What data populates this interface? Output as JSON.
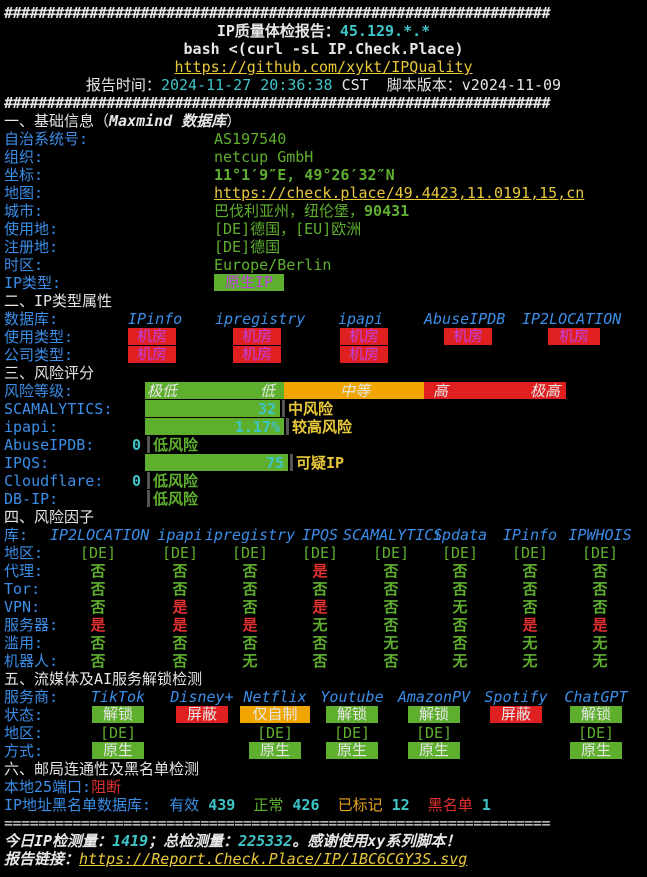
{
  "header": {
    "hashes": "################################################################",
    "title_prefix": "IP质量体检报告：",
    "title_ip": "45.129.*.*",
    "command": "bash <(curl -sL IP.Check.Place)",
    "github": "https://github.com/xykt/IPQuality",
    "time_label": "报告时间：",
    "time_value": "2024-11-27 20:36:38",
    "time_zone": "CST",
    "version_label": "脚本版本：",
    "version_value": "v2024-11-09"
  },
  "basic": {
    "section": "一、基础信息（",
    "section_db": "Maxmind 数据库",
    "section_end": "）",
    "rows": [
      {
        "label": "自治系统号:",
        "value": "AS197540"
      },
      {
        "label": "组织:",
        "value": "netcup GmbH"
      },
      {
        "label": "坐标:",
        "value": "11°1′9″E, 49°26′32″N"
      },
      {
        "label": "地图:",
        "value": "https://check.place/49.4423,11.0191,15,cn"
      },
      {
        "label": "城市:",
        "value": "巴伐利亚州，纽伦堡，",
        "value2": "90431"
      },
      {
        "label": "使用地:",
        "value": "[DE]德国，[EU]欧洲"
      },
      {
        "label": "注册地:",
        "value": "[DE]德国"
      },
      {
        "label": "时区:",
        "value": "Europe/Berlin"
      },
      {
        "label": "IP类型:",
        "value": "原生IP"
      }
    ]
  },
  "iptype": {
    "section": "二、IP类型属性",
    "db_label": "数据库:",
    "use_label": "使用类型:",
    "company_label": "公司类型:",
    "dbs": [
      "IPinfo",
      "ipregistry",
      "ipapi",
      "AbuseIPDB",
      "IP2LOCATION"
    ],
    "use": [
      "机房",
      "机房",
      "机房",
      "机房",
      "机房"
    ],
    "company": [
      "机房",
      "机房",
      "机房"
    ]
  },
  "risk": {
    "section": "三、风险评分",
    "level_label": "风险等级:",
    "levels": [
      "极低",
      "低",
      "中等",
      "高",
      "极高"
    ],
    "rows": [
      {
        "label": "SCAMALYTICS:",
        "score": "32",
        "text": "中风险",
        "fill": 0.32
      },
      {
        "label": "ipapi:",
        "score": "1.17%",
        "text": "较高风险",
        "fill": 0.33
      },
      {
        "label": "AbuseIPDB:",
        "score": "0",
        "text": "低风险",
        "fill": 0
      },
      {
        "label": "IPQS:",
        "score": "75",
        "text": "可疑IP",
        "fill": 0.34
      },
      {
        "label": "Cloudflare:",
        "score": "0",
        "text": "低风险",
        "fill": 0
      },
      {
        "label": "DB-IP:",
        "score": "",
        "text": "低风险",
        "fill": 0
      }
    ]
  },
  "factors": {
    "section": "四、风险因子",
    "lib_label": "库:",
    "libs": [
      "IP2LOCATION",
      "ipapi",
      "ipregistry",
      "IPQS",
      "SCAMALYTICS",
      "ipdata",
      "IPinfo",
      "IPWHOIS"
    ],
    "rows": [
      {
        "label": "地区:",
        "cells": [
          "[DE]",
          "[DE]",
          "[DE]",
          "[DE]",
          "[DE]",
          "[DE]",
          "[DE]",
          "[DE]"
        ]
      },
      {
        "label": "代理:",
        "cells": [
          "否",
          "否",
          "否",
          "是",
          "否",
          "否",
          "否",
          "否"
        ]
      },
      {
        "label": "Tor:",
        "cells": [
          "否",
          "否",
          "否",
          "否",
          "否",
          "否",
          "否",
          "否"
        ]
      },
      {
        "label": "VPN:",
        "cells": [
          "否",
          "是",
          "否",
          "是",
          "否",
          "无",
          "否",
          "否"
        ]
      },
      {
        "label": "服务器:",
        "cells": [
          "是",
          "是",
          "是",
          "无",
          "否",
          "否",
          "是",
          "是"
        ]
      },
      {
        "label": "滥用:",
        "cells": [
          "否",
          "否",
          "否",
          "否",
          "无",
          "否",
          "无",
          "无"
        ]
      },
      {
        "label": "机器人:",
        "cells": [
          "否",
          "否",
          "无",
          "否",
          "否",
          "无",
          "无",
          "无"
        ]
      }
    ]
  },
  "streaming": {
    "section": "五、流媒体及AI服务解锁检测",
    "service_label": "服务商:",
    "state_label": "状态:",
    "region_label": "地区:",
    "method_label": "方式:",
    "services": [
      "TikTok",
      "Disney+",
      "Netflix",
      "Youtube",
      "AmazonPV",
      "Spotify",
      "ChatGPT"
    ],
    "states": [
      "解锁",
      "屏蔽",
      "仅自制",
      "解锁",
      "解锁",
      "屏蔽",
      "解锁"
    ],
    "regions": [
      "[DE]",
      "",
      "[DE]",
      "[DE]",
      "[DE]",
      "",
      "[DE]"
    ],
    "methods": [
      "原生",
      "",
      "原生",
      "原生",
      "原生",
      "",
      "原生"
    ]
  },
  "mail": {
    "section": "六、邮局连通性及黑名单检测",
    "port_label": "本地25端口:",
    "port_value": "阻断",
    "bl_label": "IP地址黑名单数据库:",
    "valid_label": "有效",
    "valid_value": "439",
    "normal_label": "正常",
    "normal_value": "426",
    "marked_label": "已标记",
    "marked_value": "12",
    "black_label": "黑名单",
    "black_value": "1"
  },
  "footer": {
    "equals": "================================================================",
    "count_prefix": "今日IP检测量：",
    "today": "1419",
    "count_mid": "；总检测量：",
    "total": "225332",
    "count_end": "。感谢使用xy系列脚本！",
    "link_label": "报告链接：",
    "link": "https://Report.Check.Place/IP/1BC6CGY3S.svg"
  },
  "colors": {
    "green": "#5faf2f",
    "red": "#e02020",
    "orange": "#f0a500",
    "blue": "#3b8ee8"
  }
}
